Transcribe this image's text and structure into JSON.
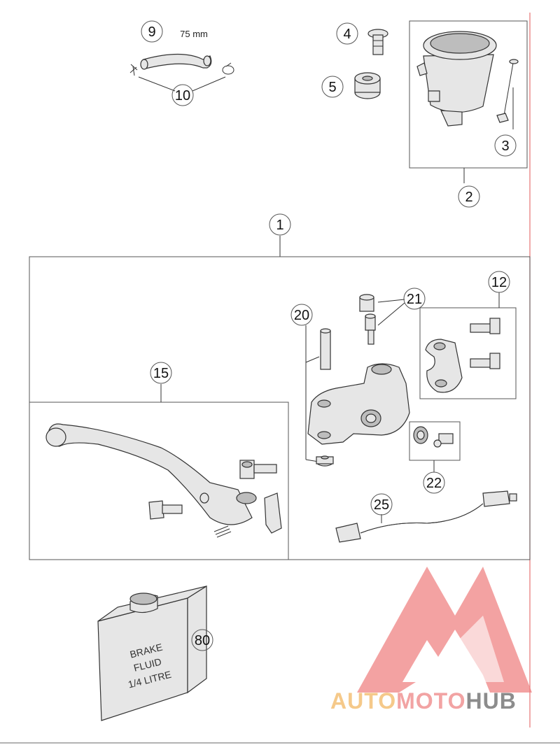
{
  "callouts": {
    "c1": "1",
    "c2": "2",
    "c3": "3",
    "c4": "4",
    "c5": "5",
    "c9": "9",
    "c10": "10",
    "c12": "12",
    "c15": "15",
    "c20": "20",
    "c21": "21",
    "c22": "22",
    "c25": "25",
    "c80": "80"
  },
  "hose_length": "75 mm",
  "fluid_bottle": {
    "line1": "BRAKE",
    "line2": "FLUID",
    "line3": "1/4 LITRE"
  },
  "watermark": {
    "auto": "AUTO",
    "moto": "MOTO",
    "hub": "HUB",
    "colors": {
      "auto": "#f5c98a",
      "moto": "#f2a3a3",
      "hub": "#8c8c8c",
      "logo": "#ef7f7f"
    }
  }
}
